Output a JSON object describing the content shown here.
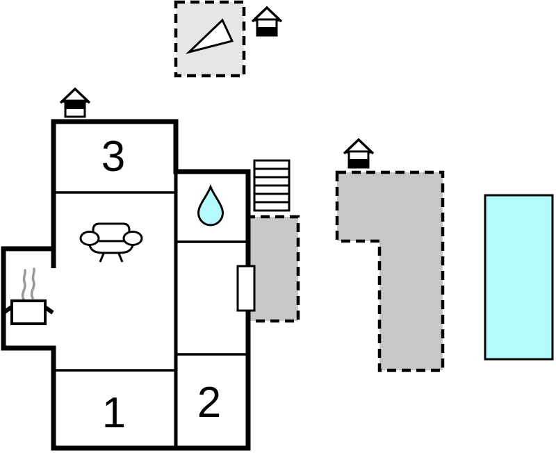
{
  "floorplan": {
    "rooms": [
      {
        "id": "room-3",
        "label": "3"
      },
      {
        "id": "room-1",
        "label": "1"
      },
      {
        "id": "room-2",
        "label": "2"
      }
    ],
    "colors": {
      "wall": "#000000",
      "background": "#ffffff",
      "terrace": "#c7c7c7",
      "compass_box": "#e6e6e6",
      "water": "#b3fafc",
      "pool": "#b3fafc",
      "steam": "#999999"
    },
    "icons": {
      "compass": "north-arrow",
      "house_marker": "house-marker",
      "sofa": "sofa",
      "stove": "cooking-pot-with-steam",
      "bathroom": "water-drop",
      "stairs": "stairs",
      "door": "door",
      "pool": "swimming-pool",
      "terrace_attached": "terrace",
      "terrace_detached": "terrace"
    }
  }
}
